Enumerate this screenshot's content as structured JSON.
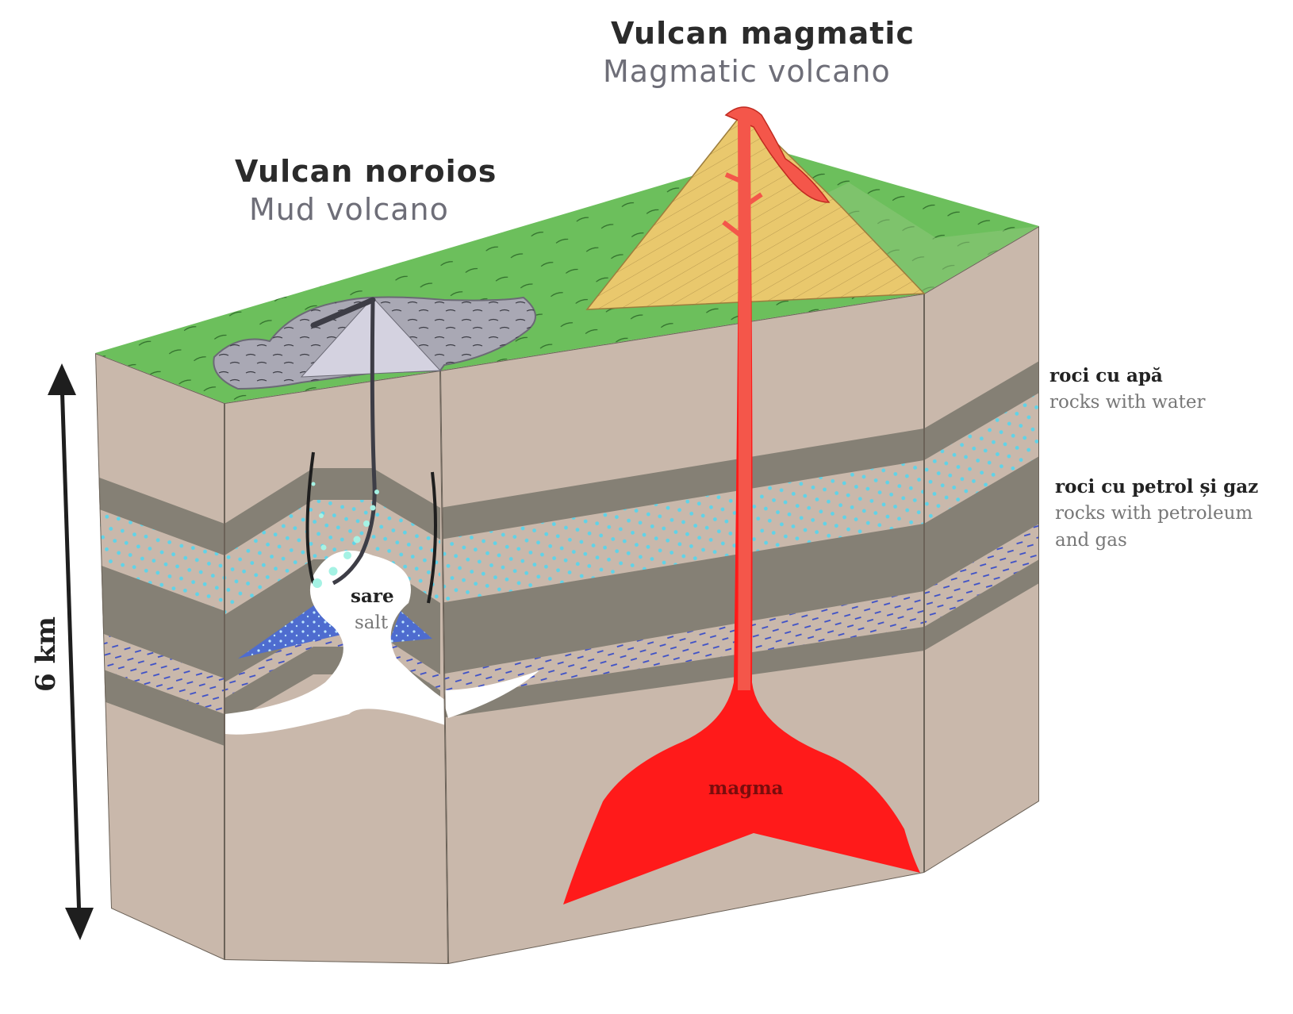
{
  "labels": {
    "magmatic_ro": "Vulcan magmatic",
    "magmatic_en": "Magmatic volcano",
    "mud_ro": "Vulcan noroios",
    "mud_en": "Mud volcano",
    "water_ro": "roci cu apă",
    "water_en": "rocks with water",
    "petrol_ro": "roci cu petrol și gaz",
    "petrol_en_line1": "rocks with petroleum",
    "petrol_en_line2": "and gas",
    "salt_ro": "sare",
    "salt_en": "salt",
    "magma": "magma",
    "scale": "6 km"
  },
  "colors": {
    "grass": "#6cbf5c",
    "rock_light": "#c9b8ab",
    "rock_dark": "#858075",
    "water_dots": "#5fd3e8",
    "petrol_dashes": "#3b4fc8",
    "salt": "#ffffff",
    "mud": "#a9a8b4",
    "magma": "#ff1a1a",
    "conduit": "#f4564a",
    "cone": "#e9c86d",
    "gas_blue": "#4e6ccf"
  }
}
